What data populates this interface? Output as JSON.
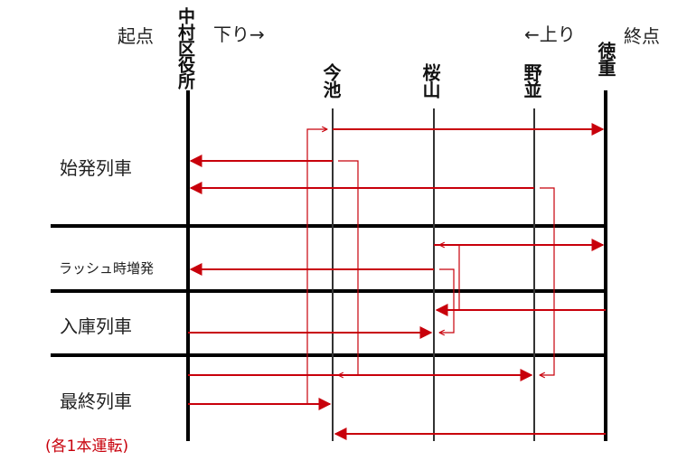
{
  "header": {
    "origin_label": "起点",
    "terminus_label": "終点",
    "down_label": "下り→",
    "up_label": "←上り"
  },
  "stations": [
    {
      "id": "nakamura-kuyakusho",
      "name": "中村区役所",
      "kind": "terminal"
    },
    {
      "id": "imaike",
      "name": "今池",
      "kind": "intermediate"
    },
    {
      "id": "sakurayama",
      "name": "桜山",
      "kind": "intermediate"
    },
    {
      "id": "nonami",
      "name": "野並",
      "kind": "intermediate"
    },
    {
      "id": "tokushige",
      "name": "徳重",
      "kind": "terminal"
    }
  ],
  "sections": [
    {
      "id": "first-train",
      "label": "始発列車"
    },
    {
      "id": "rush-extra",
      "label": "ラッシュ時増発"
    },
    {
      "id": "to-depot",
      "label": "入庫列車"
    },
    {
      "id": "last-train",
      "label": "最終列車"
    }
  ],
  "note": "(各1本運転)",
  "colors": {
    "service": "#c8000b",
    "terminal_line": "#000000",
    "station_line": "#333333",
    "separator": "#000000"
  },
  "services": [
    {
      "section": "first-train",
      "from": "imaike",
      "to": "tokushige",
      "direction": "down"
    },
    {
      "section": "first-train",
      "from": "imaike",
      "to": "nakamura-kuyakusho",
      "direction": "up"
    },
    {
      "section": "first-train",
      "from": "nonami",
      "to": "nakamura-kuyakusho",
      "direction": "up"
    },
    {
      "section": "rush-extra",
      "from": "sakurayama",
      "to": "tokushige",
      "direction": "down"
    },
    {
      "section": "rush-extra",
      "from": "sakurayama",
      "to": "nakamura-kuyakusho",
      "direction": "up"
    },
    {
      "section": "to-depot",
      "from": "tokushige",
      "to": "sakurayama",
      "direction": "up"
    },
    {
      "section": "to-depot",
      "from": "nakamura-kuyakusho",
      "to": "sakurayama",
      "direction": "down"
    },
    {
      "section": "last-train",
      "from": "nakamura-kuyakusho",
      "to": "nonami",
      "direction": "down"
    },
    {
      "section": "last-train",
      "from": "nakamura-kuyakusho",
      "to": "imaike",
      "direction": "down"
    },
    {
      "section": "last-train",
      "from": "tokushige",
      "to": "imaike",
      "direction": "up"
    }
  ],
  "connections": [
    {
      "from_service": 8,
      "to_service": 0,
      "station": "imaike"
    },
    {
      "from_service": 1,
      "to_service": 7,
      "station": "imaike"
    },
    {
      "from_service": 2,
      "to_service": 7,
      "station": "nonami"
    },
    {
      "from_service": 5,
      "to_service": 3,
      "station": "sakurayama"
    },
    {
      "from_service": 4,
      "to_service": 6,
      "station": "sakurayama"
    }
  ]
}
